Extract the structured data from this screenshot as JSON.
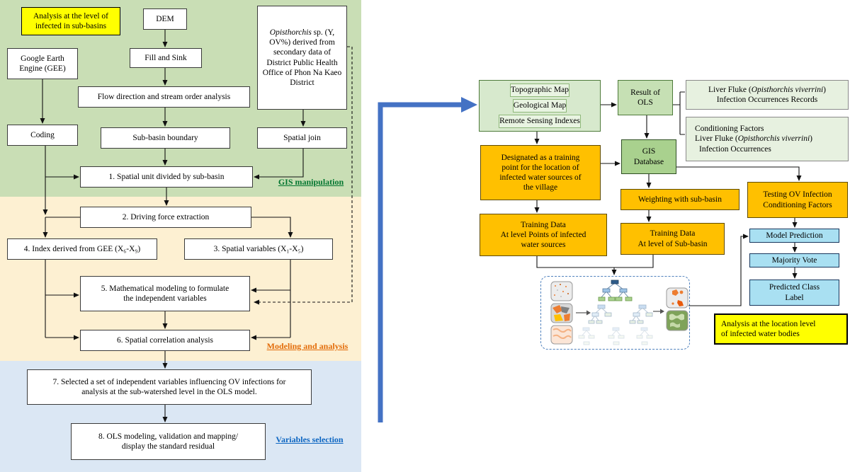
{
  "colors": {
    "band_green": "#c9deb5",
    "band_cream": "#fdf0d2",
    "band_blue": "#dbe7f4",
    "highlight_yellow": "#ffff00",
    "orange_box": "#ffc000",
    "cyan_box": "#a9e0f2",
    "green_light_box": "#c6e0b4",
    "green_mid_box": "#a9d18e",
    "big_arrow_blue": "#4472c4",
    "label_gis_green": "#00752f",
    "label_modeling_orange": "#e36c09",
    "label_variables_blue": "#0d66c2"
  },
  "left": {
    "highlight": "Analysis at the level of\ninfected in sub-basins",
    "dem": "DEM",
    "gee": "Google Earth\nEngine (GEE)",
    "fill_sink": "Fill and Sink",
    "opisthorchis_italic": "Opisthorchis",
    "opisthorchis_rest": " sp. (Y, OV%) derived from secondary data of District Public Health Office of Phon Na Kaeo District",
    "flow": "Flow direction and stream order analysis",
    "coding": "Coding",
    "subbasin_boundary": "Sub-basin boundary",
    "spatial_join": "Spatial join",
    "step1": "1. Spatial unit divided by sub-basin",
    "step2": "2. Driving force extraction",
    "step3": "3. Spatial variables (X₁-X₅)",
    "step4": "4. Index derived from GEE (X₆-X₉)",
    "step5": "5. Mathematical modeling to formulate\nthe independent variables",
    "step6": "6. Spatial correlation analysis",
    "step7": "7. Selected a set of independent variables influencing OV infections for\nanalysis at the sub-watershed level in the OLS model.",
    "step8": "8. OLS modeling, validation and mapping/\ndisplay the standard residual",
    "section_labels": {
      "gis": "GIS manipulation",
      "modeling": "Modeling and analysis",
      "variables": "Variables selection"
    }
  },
  "right": {
    "topographic_map": "Topographic Map",
    "geological_map": "Geological Map",
    "remote_sensing": "Remote Sensing Indexes",
    "result_ols": "Result of\nOLS",
    "info_a_p1": "Liver Fluke (",
    "info_a_i": "Opisthorchis viverrini",
    "info_a_p2": ")",
    "info_a_l2": "Infection Occurrences Records",
    "info_b_l1": "Conditioning Factors",
    "info_b_p1": "Liver Fluke (",
    "info_b_i": "Opisthorchis viverrini",
    "info_b_p2": ")",
    "info_b_l3": "Infection Occurrences",
    "designated": "Designated as a training\npoint for the location of\ninfected water sources of\nthe village",
    "gis_database": "GIS\nDatabase",
    "weighting": "Weighting with sub-basin",
    "testing": "Testing OV Infection\nConditioning Factors",
    "training_points": "Training Data\nAt level Points of infected\nwater sources",
    "training_subbasin": "Training Data\nAt level of Sub-basin",
    "model_prediction": "Model Prediction",
    "majority_vote": "Majority Vote",
    "predicted_class": "Predicted Class\nLabel",
    "highlight": "Analysis at the location level\nof infected water bodies"
  }
}
